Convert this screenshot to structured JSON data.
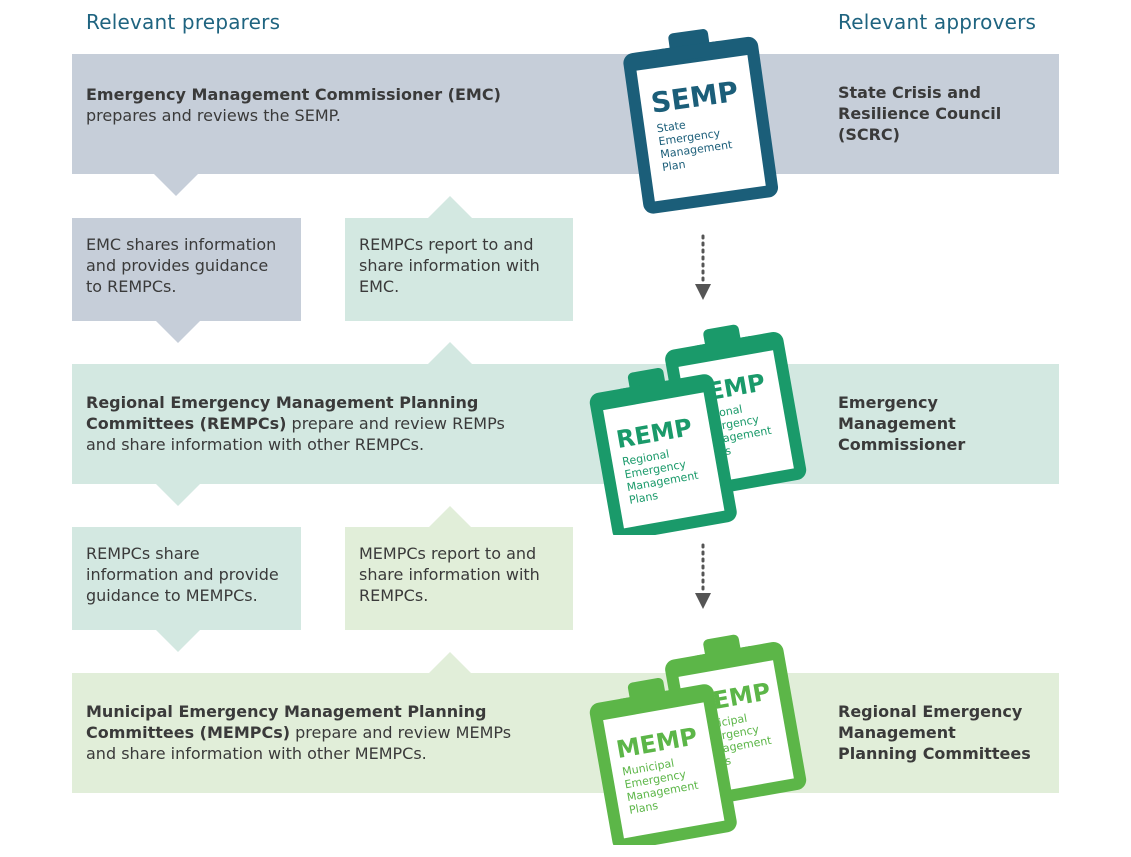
{
  "headers": {
    "preparers": "Relevant preparers",
    "approvers": "Relevant approvers"
  },
  "bands": [
    {
      "bold": "Emergency Management Commissioner (EMC)",
      "rest": "prepares and reviews the SEMP.",
      "approver": "State Crisis and Resilience Council (SCRC)",
      "color": "#c6ced9"
    },
    {
      "bold": "Regional Emergency Management Planning Committees (REMPCs)",
      "rest": "prepare and review REMPs and share information with other REMPCs.",
      "approver": "Emergency Management Commissioner",
      "color": "#d3e8e1"
    },
    {
      "bold": "Municipal Emergency Management Planning Committees (MEMPCs)",
      "rest": "prepare and review MEMPs and share information with other MEMPCs.",
      "approver": "Regional Emergency Management Planning Committees",
      "color": "#e1eed9"
    }
  ],
  "boxes": [
    {
      "text": "EMC shares information and provides guidance to REMPCs.",
      "color": "#c6ced9"
    },
    {
      "text": "REMPCs report to and share information with EMC.",
      "color": "#d3e8e1"
    },
    {
      "text": "REMPCs share information and provide guidance to MEMPCs.",
      "color": "#d3e8e1"
    },
    {
      "text": "MEMPCs report to and share information with REMPCs.",
      "color": "#e1eed9"
    }
  ],
  "clipboards": {
    "semp": {
      "acronym": "SEMP",
      "line1": "State",
      "line2": "Emergency",
      "line3": "Management",
      "line4": "Plan",
      "color": "#1b5e79"
    },
    "remp": {
      "acronym": "REMP",
      "line1": "Regional",
      "line2": "Emergency",
      "line3": "Management",
      "line4": "Plans",
      "color": "#1a9a6a"
    },
    "memp": {
      "acronym": "MEMP",
      "line1": "Municipal",
      "line2": "Emergency",
      "line3": "Management",
      "line4": "Plans",
      "color": "#5cb648"
    }
  }
}
